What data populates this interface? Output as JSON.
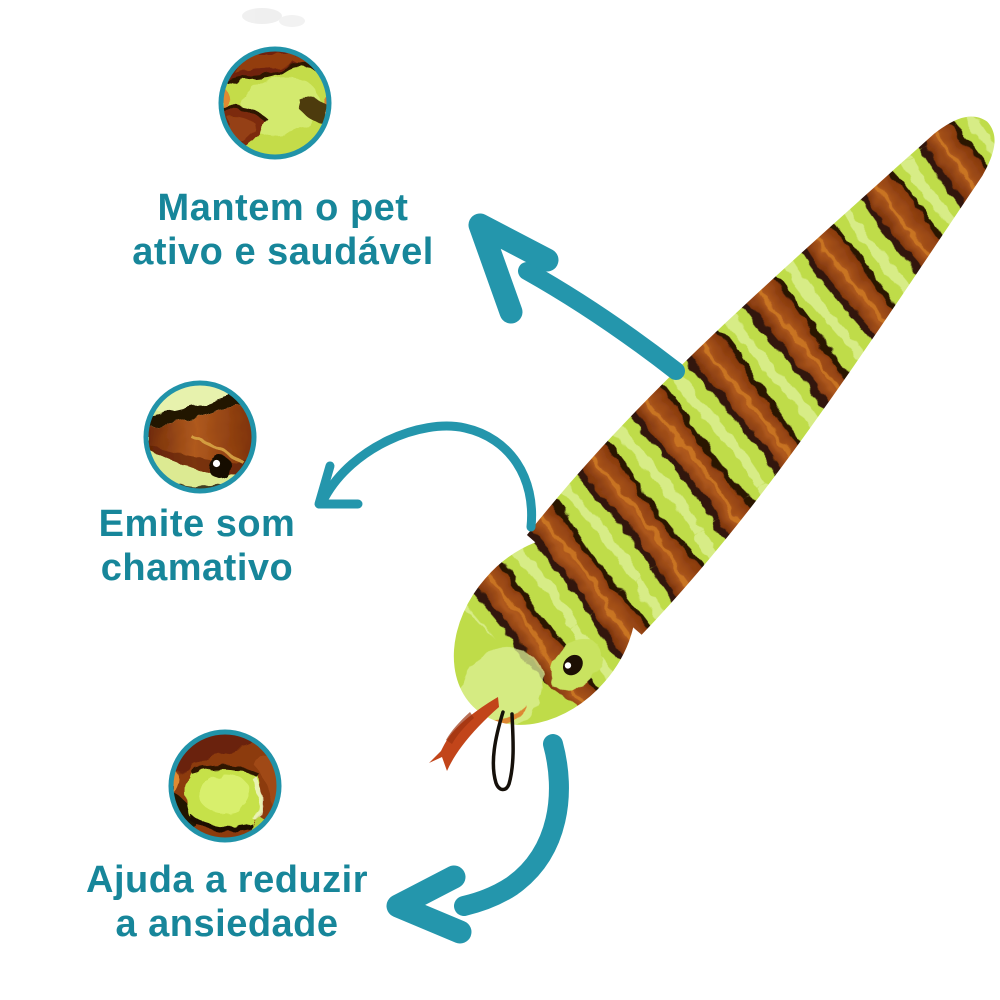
{
  "accent_color": "#1E8FA2",
  "background_color": "#FFFFFF",
  "features": [
    {
      "label_lines": [
        "Mantem o pet",
        "ativo e saudável"
      ],
      "detail_circle": "plush-stripe-texture-closeup",
      "arrow": "thick-curved-arrow-pointing-up-left"
    },
    {
      "label_lines": [
        "Emite som",
        "chamativo"
      ],
      "detail_circle": "snake-eye-squeaker-closeup",
      "arrow": "thin-curved-arrow-pointing-down-left"
    },
    {
      "label_lines": [
        "Ajuda a reduzir",
        "a ansiedade"
      ],
      "detail_circle": "green-stripe-plush-closeup",
      "arrow": "thick-curved-arrow-pointing-left"
    }
  ],
  "illustration": {
    "name": "plush-snake-dog-toy",
    "colors": {
      "teal_text": "#17869A",
      "teal_arrow": "#2496AC",
      "teal_circle_border": "#2193A9",
      "lime_green": "#BFDC4A",
      "light_lime": "#D7EC86",
      "rust_brown": "#A8501A",
      "dark_brown_edge": "#33190A",
      "tongue_red": "#C2451A",
      "loop_black": "#15100A"
    }
  }
}
